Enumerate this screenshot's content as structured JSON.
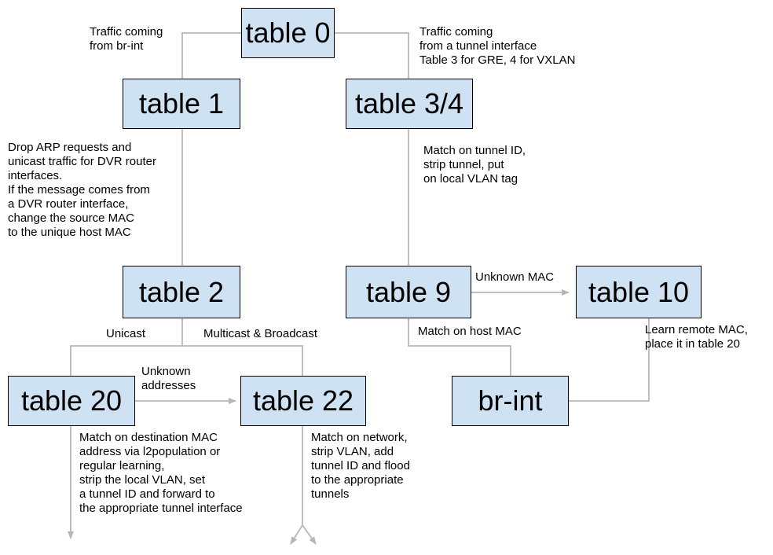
{
  "colors": {
    "box_fill": "#cfe2f3",
    "box_border": "#000000",
    "connector": "#b7b7b7",
    "text": "#000000"
  },
  "nodes": {
    "table0": "table 0",
    "table1": "table 1",
    "table34": "table 3/4",
    "table2": "table 2",
    "table9": "table 9",
    "table10": "table 10",
    "table20": "table 20",
    "table22": "table 22",
    "brint": "br-int"
  },
  "notes": {
    "from_brint": "Traffic coming\nfrom br-int",
    "from_tunnel": "Traffic coming\nfrom a tunnel interface\nTable 3 for GRE, 4 for VXLAN",
    "table1_desc": "Drop ARP requests and\nunicast traffic for DVR router\ninterfaces.\nIf the message comes from\na DVR router interface,\nchange the source MAC\nto the unique host MAC",
    "table34_desc": "Match on tunnel ID,\nstrip tunnel, put\non local VLAN tag",
    "unknown_mac": "Unknown MAC",
    "match_host_mac": "Match on host MAC",
    "learn_remote": "Learn remote MAC,\nplace it in table 20",
    "unicast": "Unicast",
    "multicast": "Multicast & Broadcast",
    "unknown_addresses": "Unknown\naddresses",
    "table20_desc": "Match on destination MAC\naddress via l2population or\nregular learning,\nstrip the local VLAN, set\na tunnel ID and forward to\nthe appropriate tunnel interface",
    "table22_desc": "Match on network,\nstrip VLAN, add\ntunnel ID and flood\nto the appropriate\ntunnels"
  }
}
